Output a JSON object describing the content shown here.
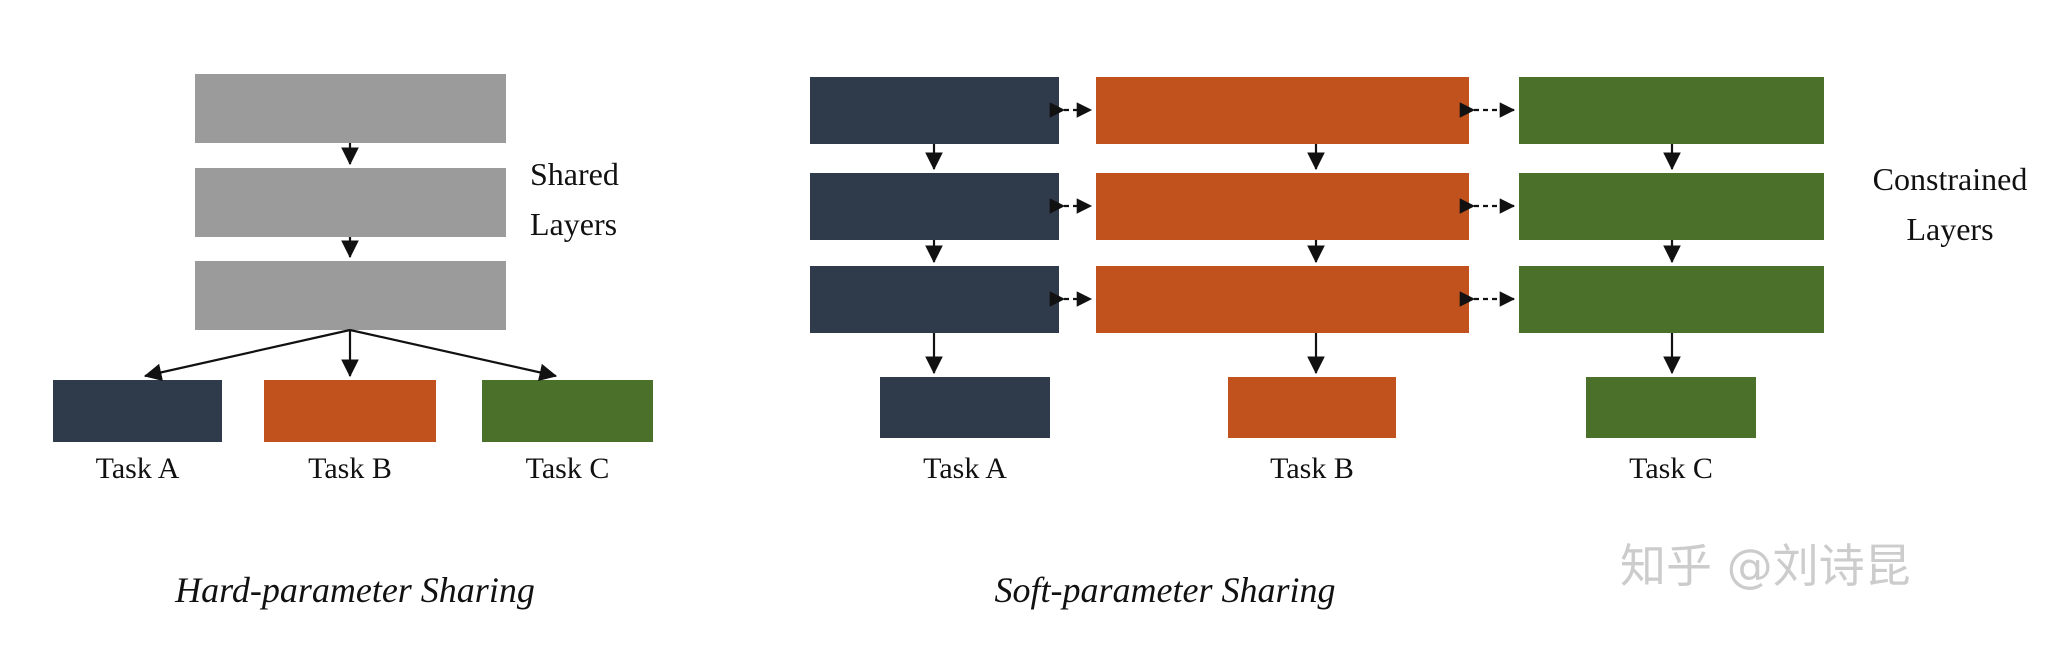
{
  "figure": {
    "title_left": "Hard-parameter Sharing",
    "title_right": "Soft-parameter Sharing",
    "shared_label_line1": "Shared",
    "shared_label_line2": "Layers",
    "constrained_label_line1": "Constrained",
    "constrained_label_line2": "Layers",
    "watermark": "知乎 @刘诗昆"
  },
  "colors": {
    "shared_gray": "#9b9b9b",
    "task_a_navy": "#2f3a4a",
    "task_b_orange": "#c1521e",
    "task_c_green": "#4a7029",
    "arrow": "#111111",
    "background": "#ffffff",
    "watermark": "#cccccc"
  },
  "left_panel": {
    "name": "hard-parameter-sharing",
    "shared_layers": [
      {
        "name": "shared-layer-1"
      },
      {
        "name": "shared-layer-2"
      },
      {
        "name": "shared-layer-3"
      }
    ],
    "task_heads": [
      {
        "label": "Task A",
        "color_key": "task_a_navy"
      },
      {
        "label": "Task B",
        "color_key": "task_b_orange"
      },
      {
        "label": "Task C",
        "color_key": "task_c_green"
      }
    ]
  },
  "right_panel": {
    "name": "soft-parameter-sharing",
    "columns": [
      {
        "task": "Task A",
        "color_key": "task_a_navy",
        "layers": [
          "layer-1",
          "layer-2",
          "layer-3"
        ]
      },
      {
        "task": "Task B",
        "color_key": "task_b_orange",
        "layers": [
          "layer-1",
          "layer-2",
          "layer-3"
        ]
      },
      {
        "task": "Task C",
        "color_key": "task_c_green",
        "layers": [
          "layer-1",
          "layer-2",
          "layer-3"
        ]
      }
    ],
    "constraint_links": [
      {
        "from": "Task A",
        "to": "Task B",
        "row": 1,
        "style": "dashed-double-arrow"
      },
      {
        "from": "Task B",
        "to": "Task C",
        "row": 1,
        "style": "dashed-double-arrow"
      },
      {
        "from": "Task A",
        "to": "Task B",
        "row": 2,
        "style": "dashed-double-arrow"
      },
      {
        "from": "Task B",
        "to": "Task C",
        "row": 2,
        "style": "dashed-double-arrow"
      },
      {
        "from": "Task A",
        "to": "Task B",
        "row": 3,
        "style": "dashed-double-arrow"
      },
      {
        "from": "Task B",
        "to": "Task C",
        "row": 3,
        "style": "dashed-double-arrow"
      }
    ]
  }
}
